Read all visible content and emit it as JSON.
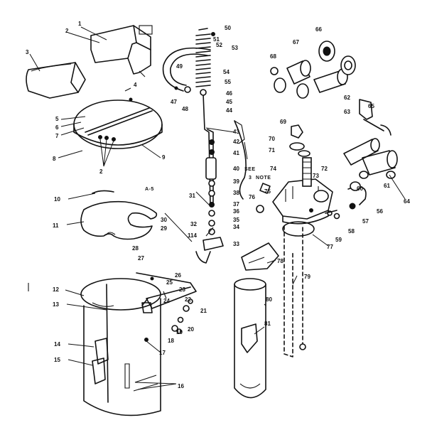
{
  "diagram": {
    "section_label": "A-5",
    "see_note_line1": "SEE",
    "see_note_line2": "NOTE",
    "see_note_number": "3"
  },
  "callouts": {
    "c1": "1",
    "c2": "2",
    "c3": "3",
    "c4": "4",
    "c5": "5",
    "c6": "6",
    "c7": "7",
    "c8": "8",
    "c9": "9",
    "c10": "10",
    "c11": "11",
    "c12": "12",
    "c13": "13",
    "c14": "14",
    "c15": "15",
    "c16": "16",
    "c17": "17",
    "c18": "18",
    "c19": "19",
    "c20": "20",
    "c21": "21",
    "c22": "22",
    "c23": "23",
    "c24": "24",
    "c25": "25",
    "c26": "26",
    "c27": "27",
    "c28": "28",
    "c29": "29",
    "c30": "30",
    "c31": "31",
    "c32": "32",
    "c33": "33",
    "c34": "34",
    "c35": "35",
    "c36": "36",
    "c37": "37",
    "c38": "38",
    "c39": "39",
    "c40": "40",
    "c41": "41",
    "c42": "42",
    "c43": "43",
    "c44": "44",
    "c45": "45",
    "c46": "46",
    "c47": "47",
    "c48": "48",
    "c49": "49",
    "c50": "50",
    "c51": "51",
    "c52": "52",
    "c53": "53",
    "c54": "54",
    "c55": "55",
    "c56": "56",
    "c57": "57",
    "c58": "58",
    "c59": "59",
    "c60": "60",
    "c61": "61",
    "c62": "62",
    "c63": "63",
    "c64": "64",
    "c65": "65",
    "c66": "66",
    "c67": "67",
    "c68": "68",
    "c69": "69",
    "c70": "70",
    "c71": "71",
    "c72": "72",
    "c73": "73",
    "c74": "74",
    "c75": "75",
    "c76": "76",
    "c77": "77",
    "c78": "78",
    "c79": "79",
    "c80": "80",
    "c81": "81",
    "c114": "114"
  }
}
